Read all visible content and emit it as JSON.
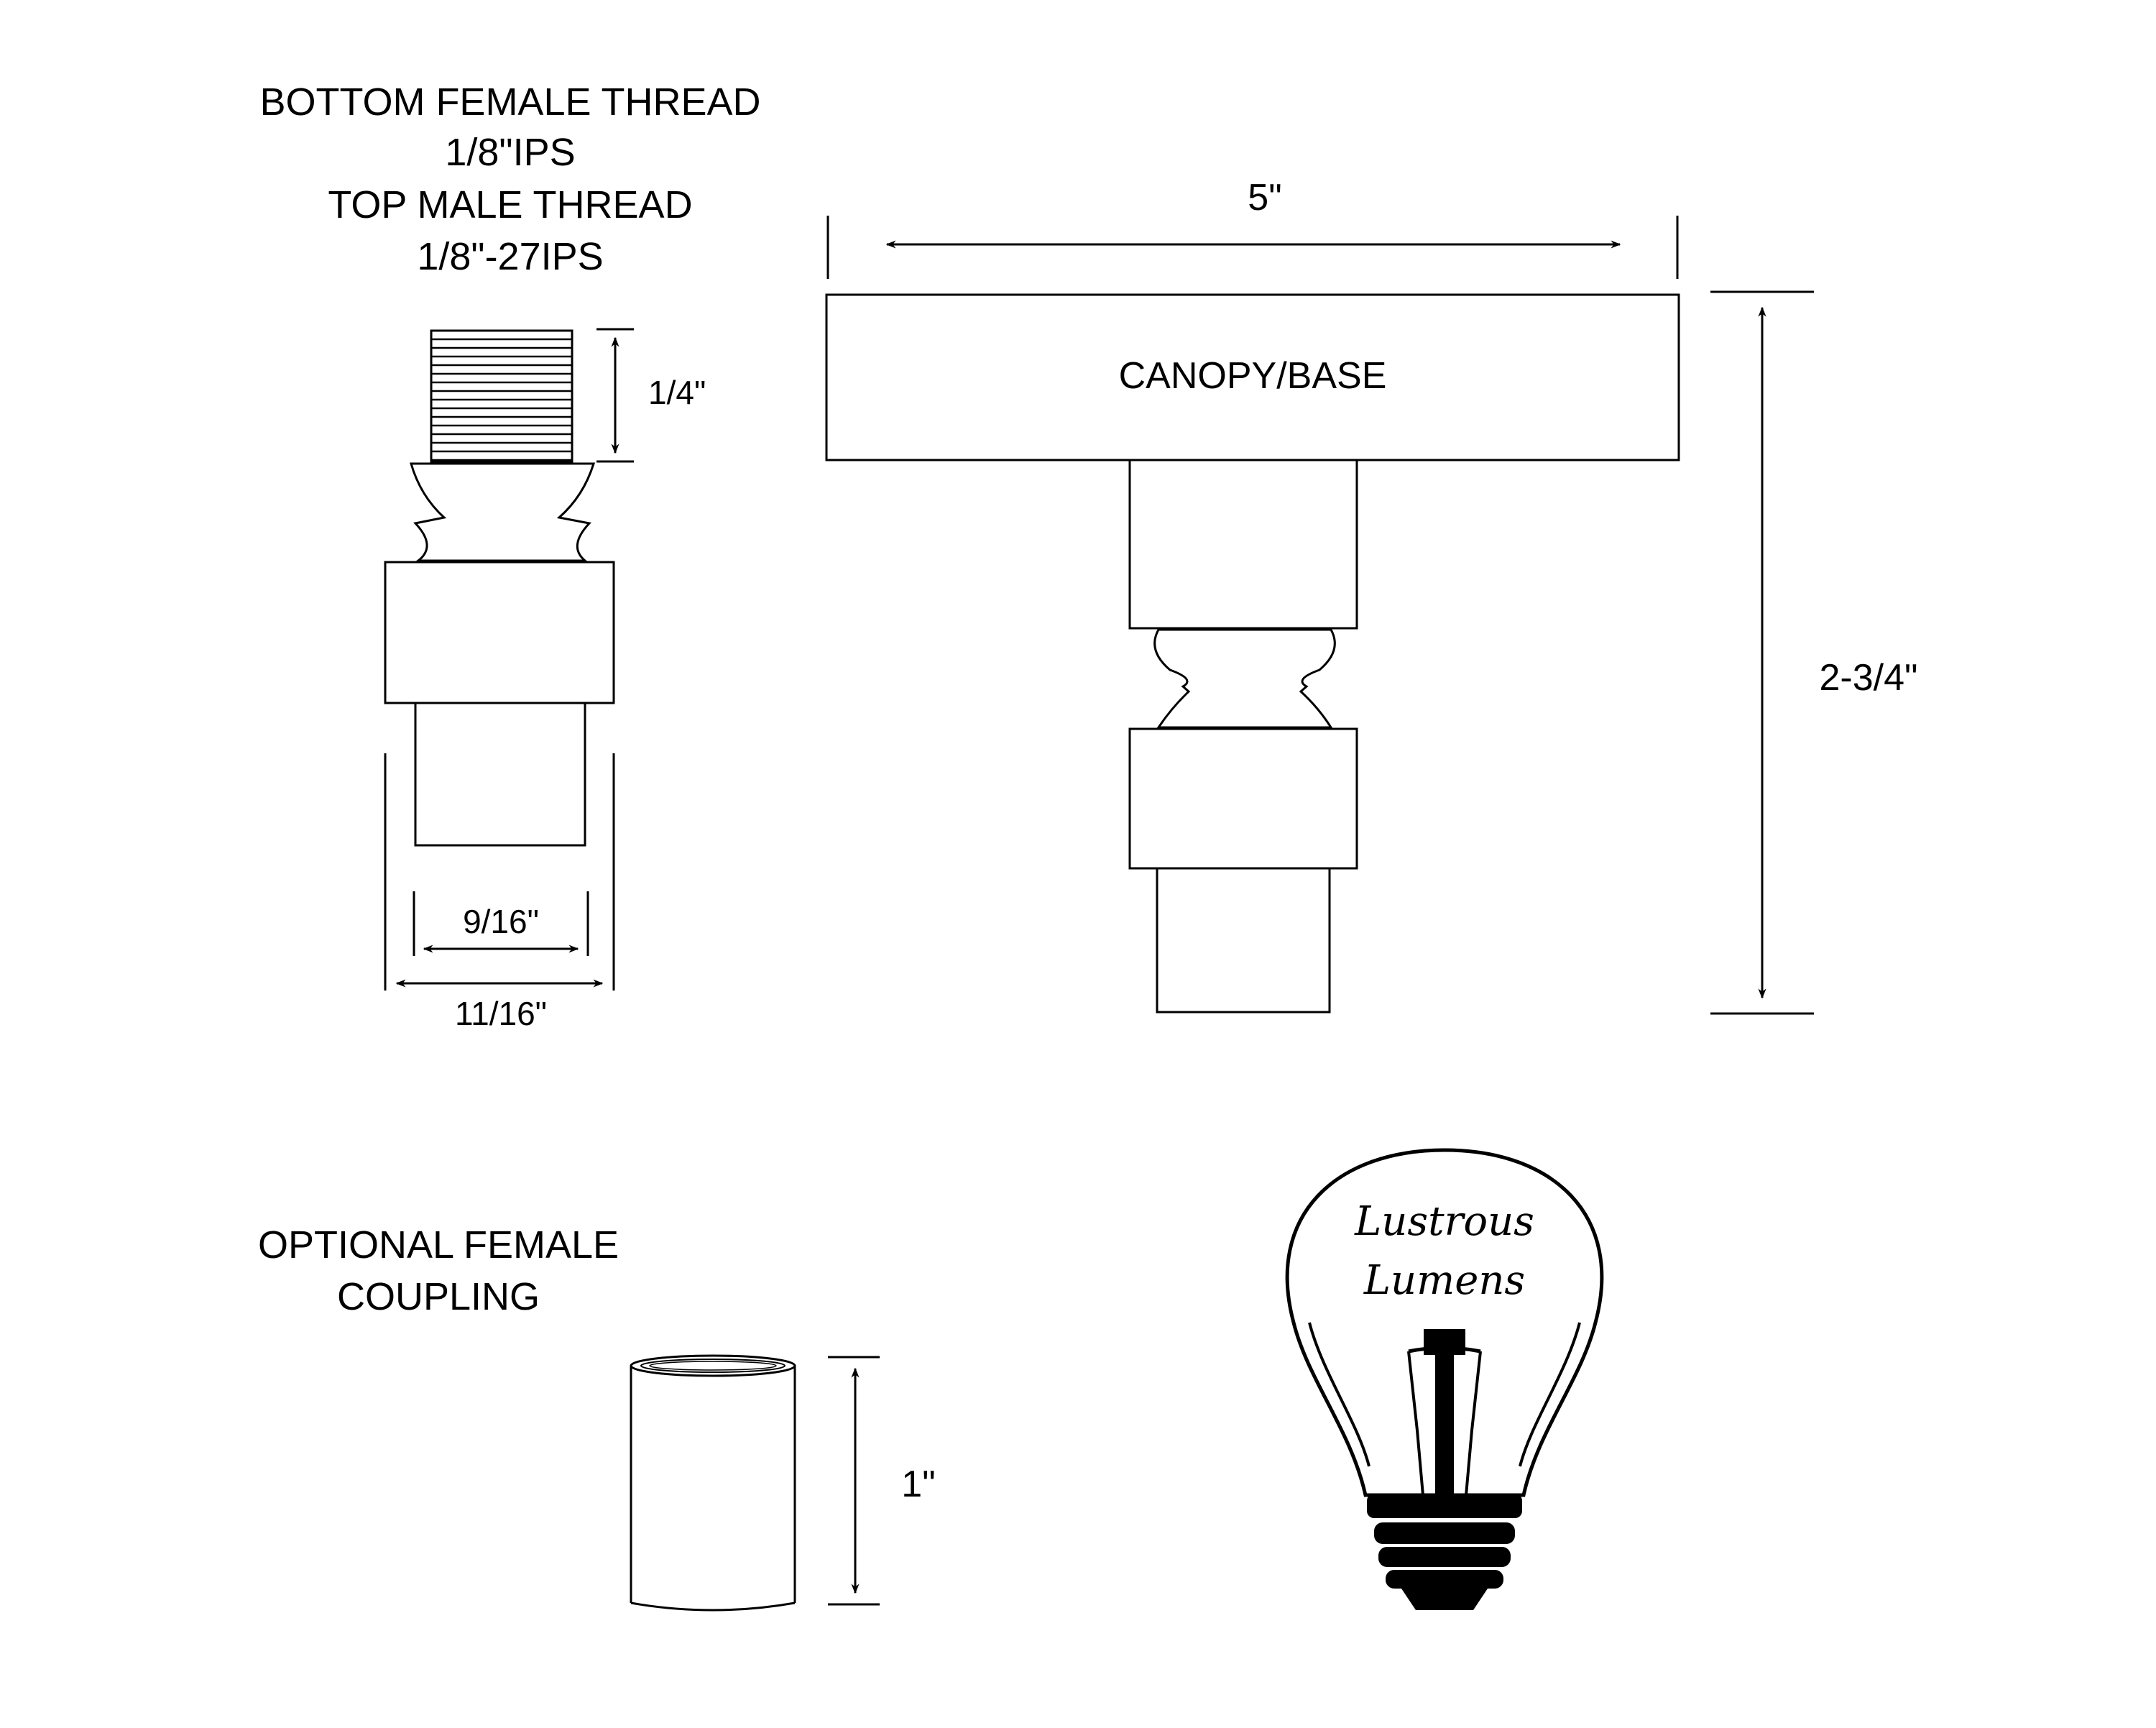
{
  "top_left_spec": {
    "line1": "BOTTOM FEMALE THREAD",
    "line2": "1/8\"IPS",
    "line3": "TOP MALE THREAD",
    "line4": "1/8\"-27IPS"
  },
  "nipple_dims": {
    "thread_height": "1/4\"",
    "inner_width": "9/16\"",
    "outer_width": "11/16\""
  },
  "canopy": {
    "label": "CANOPY/BASE",
    "width": "5\"",
    "height": "2-3/4\""
  },
  "coupling": {
    "title_line1": "OPTIONAL FEMALE",
    "title_line2": "COUPLING",
    "height": "1\""
  },
  "logo": {
    "line1": "Lustrous",
    "line2": "Lumens"
  },
  "colors": {
    "ink": "#000000",
    "background": "#ffffff"
  }
}
